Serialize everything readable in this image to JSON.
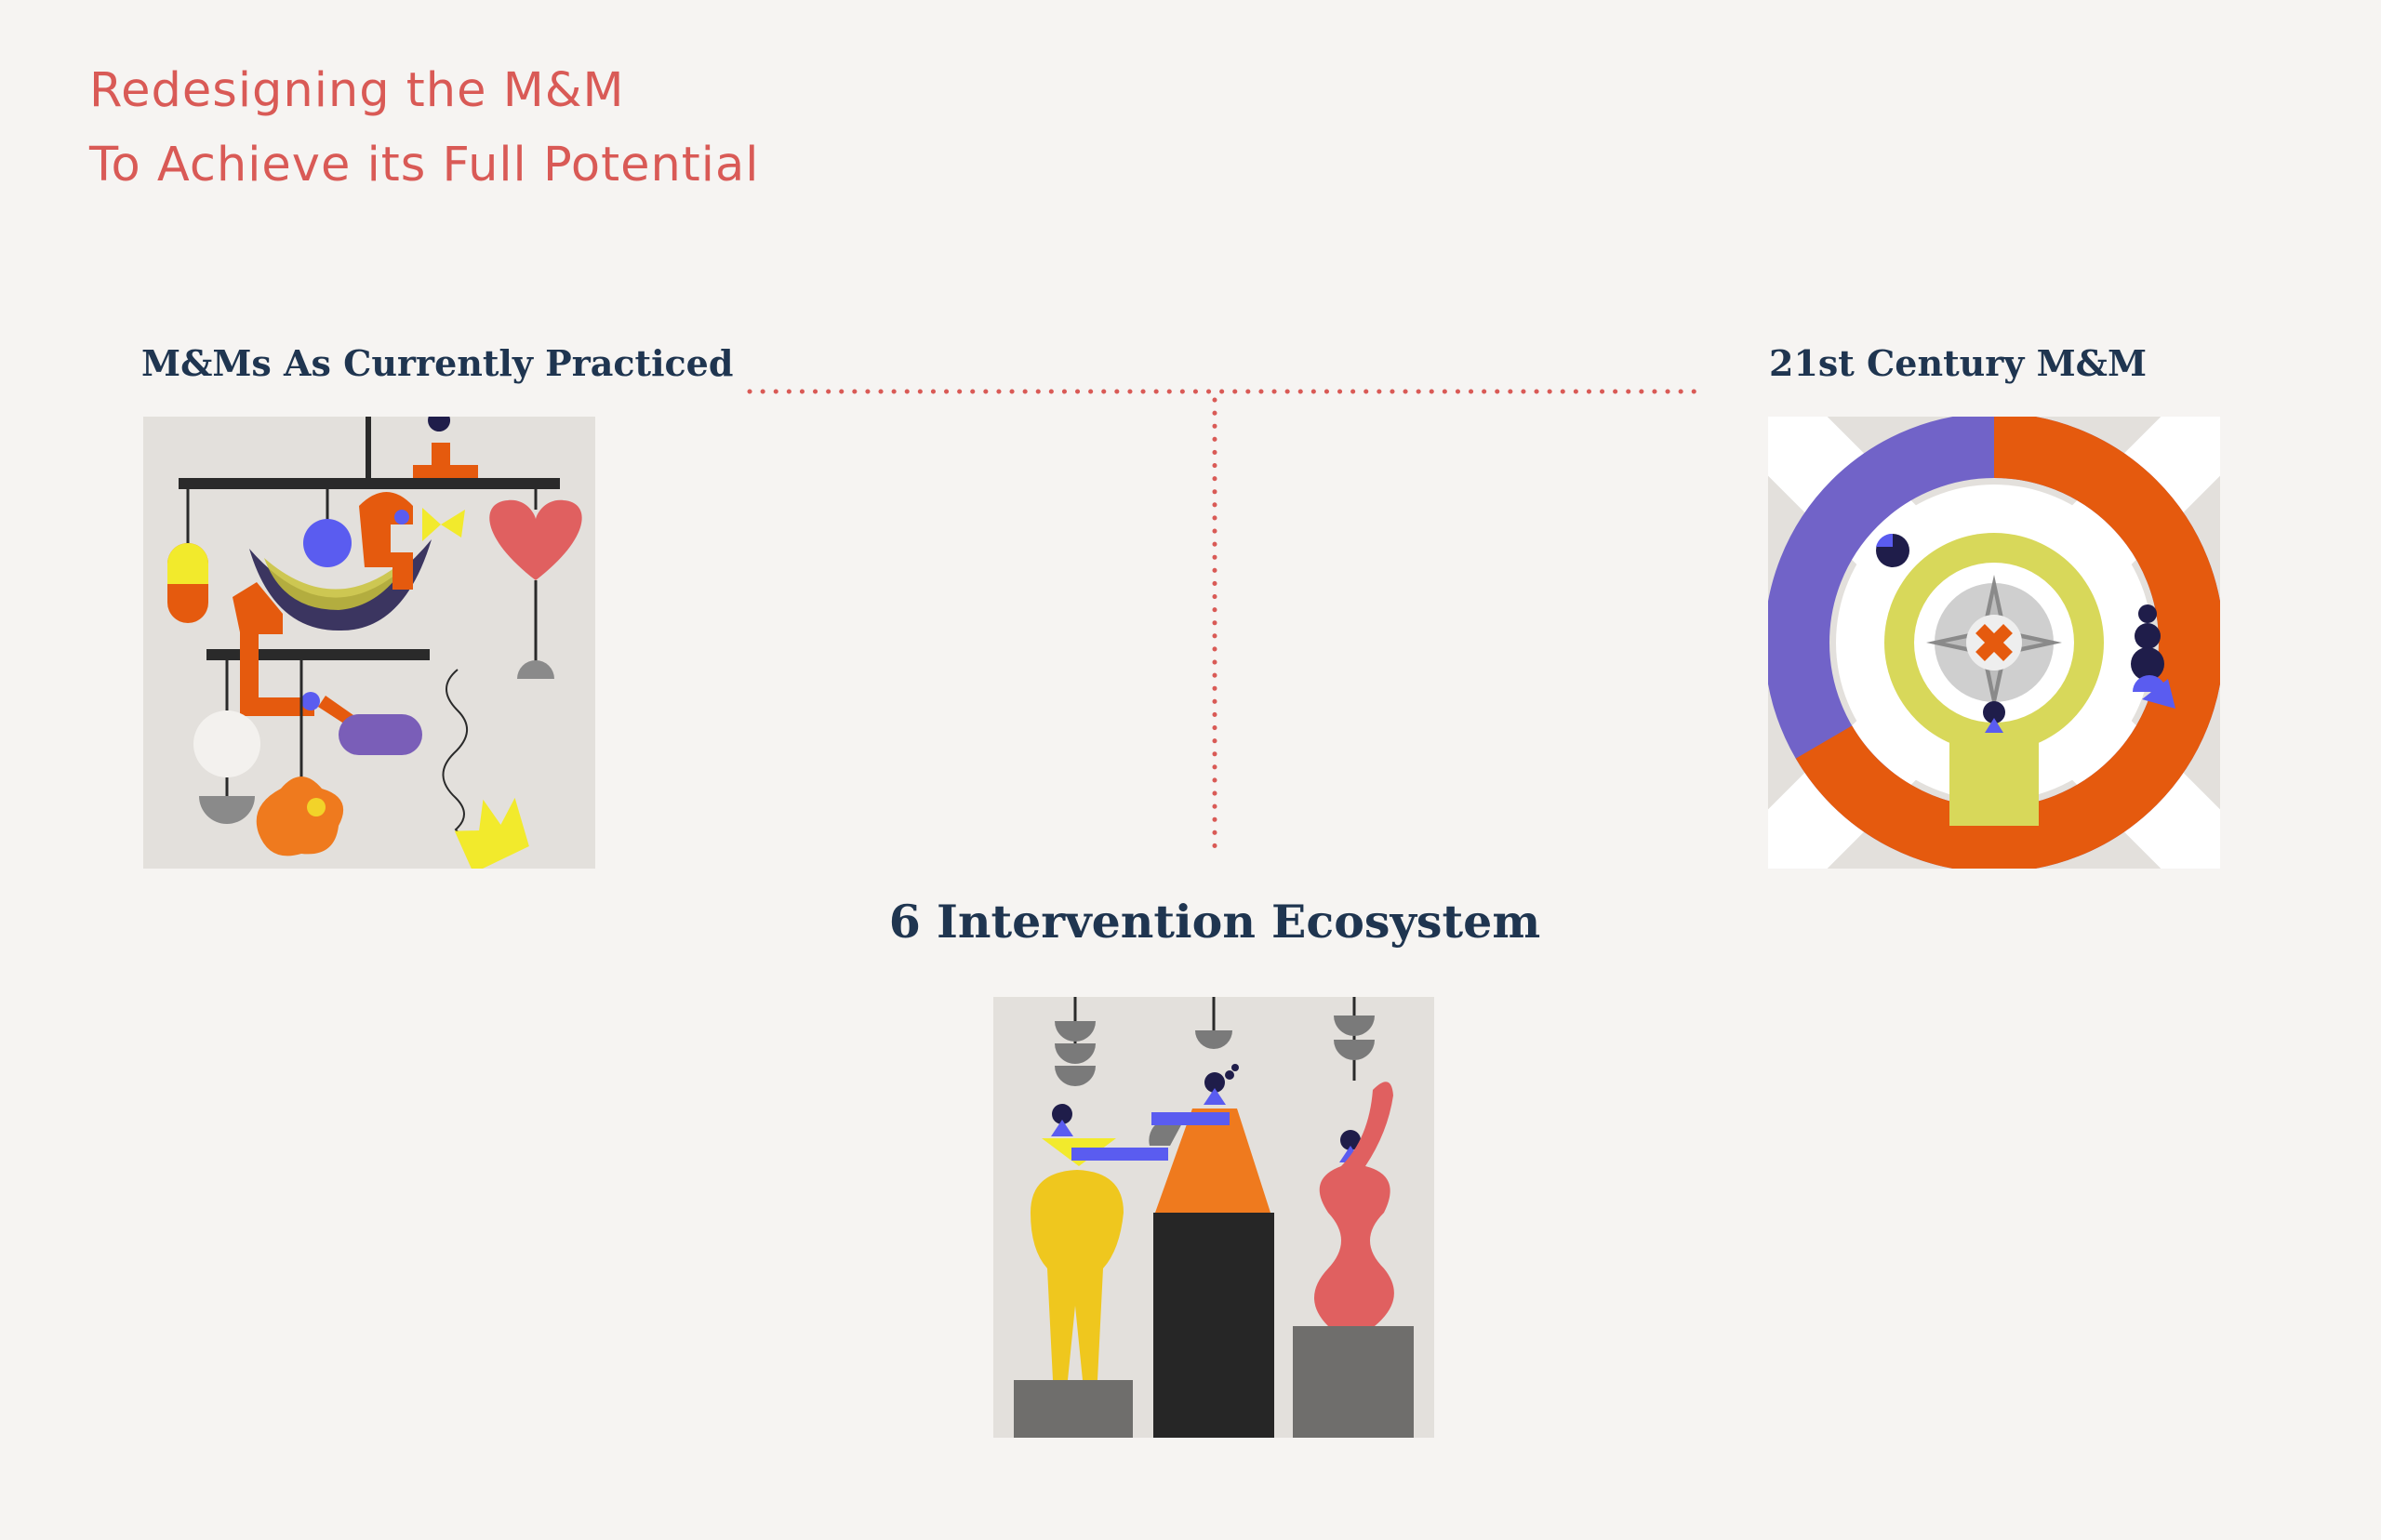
{
  "page": {
    "title_line1": "Redesigning the M&M",
    "title_line2": "To Achieve its Full Potential"
  },
  "nodes": {
    "current": {
      "label": "M&Ms As Currently Practiced"
    },
    "future": {
      "label": "21st Century M&M"
    },
    "ecosystem": {
      "label": "6 Intervention Ecosystem"
    }
  },
  "colors": {
    "background": "#f6f4f2",
    "title": "#d95a56",
    "labels": "#1f3550",
    "connector": "#d95a56",
    "tile": "#e3e0dc",
    "orange": "#e55a0e",
    "purple": "#6a5ec9",
    "blue": "#5a5cf0",
    "yellow": "#f2ea2c",
    "red": "#e06060",
    "dark": "#2a2a2a"
  },
  "icons": [
    "mobile-art-icon",
    "compass-ring-art-icon",
    "statues-art-icon"
  ]
}
